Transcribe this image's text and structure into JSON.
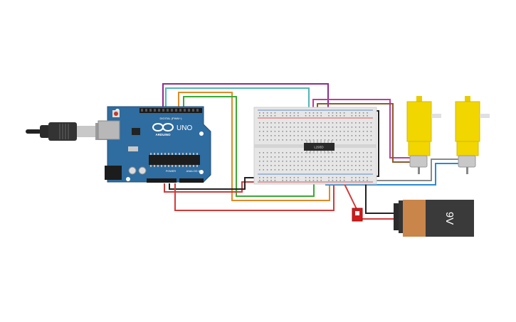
{
  "arduino": {
    "brand": "UNO",
    "logo_text": "ARDUINO",
    "digital_label": "DIGITAL (PWM~)",
    "power_label": "POWER",
    "analog_label": "ANALOG IN",
    "board_color": "#2f6c9f",
    "icons": [
      "usb-plug-icon",
      "reset-button-icon",
      "infinity-logo-icon"
    ]
  },
  "breadboard": {
    "color": "#e6e6e6",
    "rail_red": "#d12b2b",
    "rail_blue": "#2f6fb8"
  },
  "ic": {
    "label": "L293D",
    "color": "#2a2a2a"
  },
  "battery": {
    "label": "9V",
    "body_color": "#3a3a3a",
    "cap_color": "#c9854a"
  },
  "motors": {
    "count": 2,
    "color": "#f2d600"
  },
  "switch": {
    "color": "#d11a1a"
  },
  "wire_colors": {
    "purple": "#8e2c8e",
    "teal": "#53b5b5",
    "orange": "#e08a25",
    "green": "#3aaa35",
    "red": "#d23a3a",
    "black": "#222222",
    "gray": "#8a8a8a",
    "blue": "#2a8ad4",
    "brown": "#8b5a2b"
  }
}
